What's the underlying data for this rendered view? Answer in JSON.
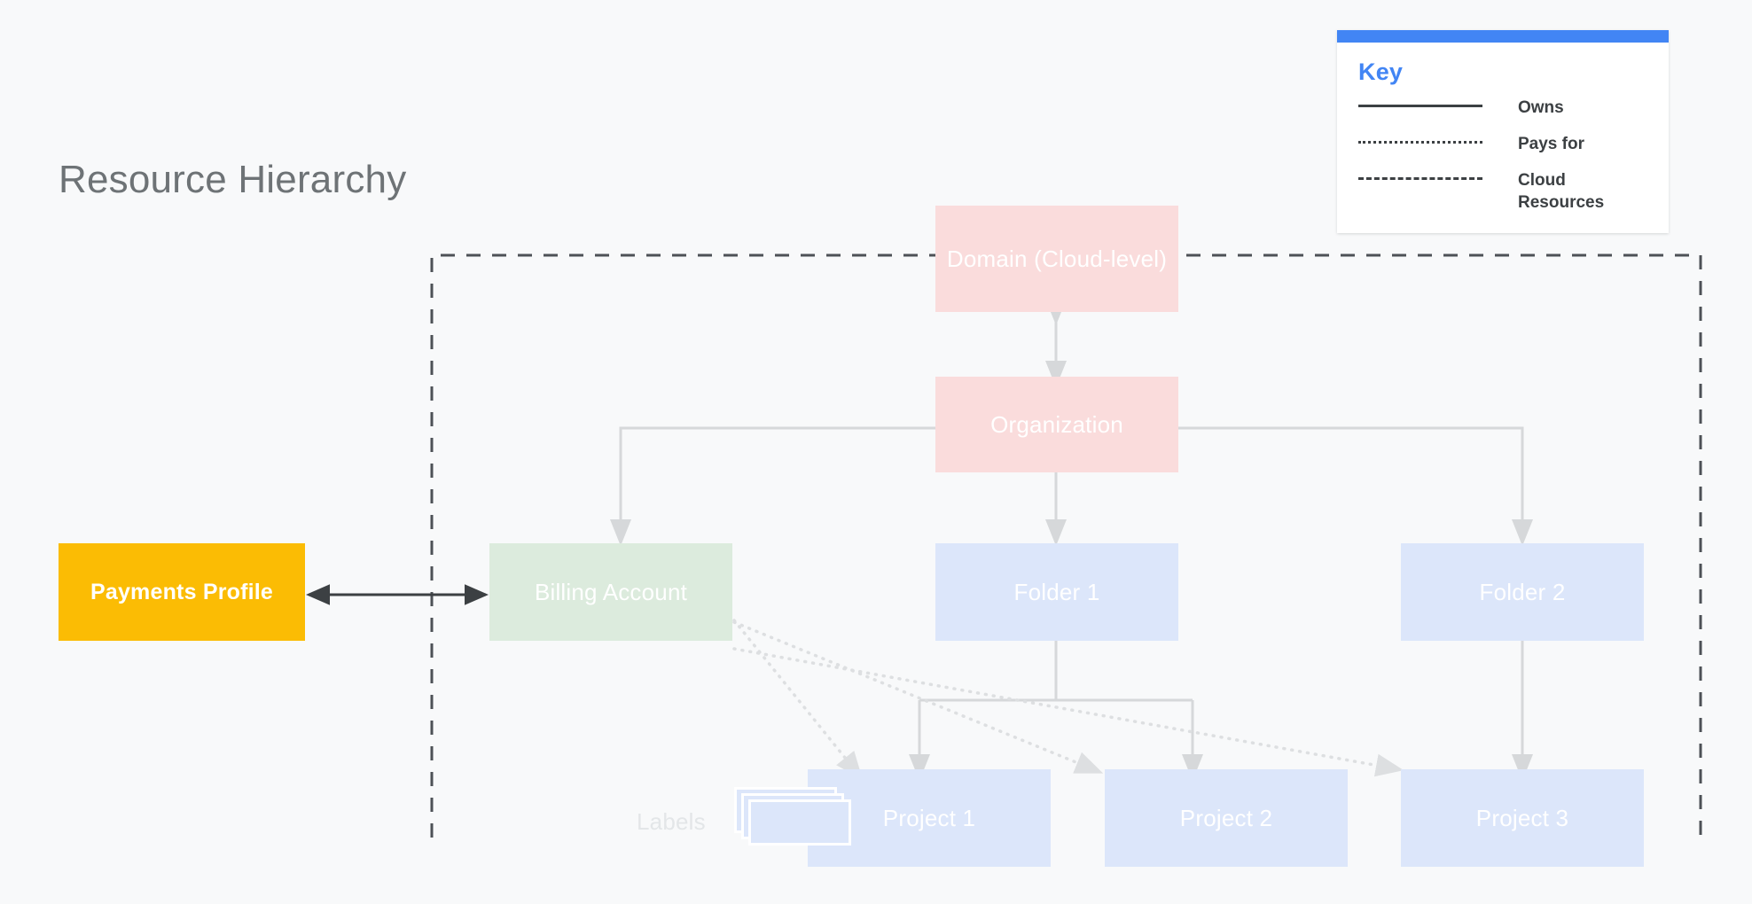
{
  "page": {
    "title": "Resource Hierarchy",
    "background_color": "#F8F9FA"
  },
  "key_panel": {
    "title": "Key",
    "accent_color": "#4285F4",
    "items": [
      {
        "line_style": "solid",
        "label": "Owns"
      },
      {
        "line_style": "dotted",
        "label": "Pays for"
      },
      {
        "line_style": "dashed",
        "label": "Cloud Resources"
      }
    ]
  },
  "nodes": {
    "domain": {
      "label": "Domain (Cloud-level)",
      "color": "#FADCDC"
    },
    "organization": {
      "label": "Organization",
      "color": "#FADCDC"
    },
    "billing_account": {
      "label": "Billing Account",
      "color": "#DCEBDD"
    },
    "payments_profile": {
      "label": "Payments Profile",
      "color": "#FBBC04"
    },
    "folder_1": {
      "label": "Folder 1",
      "color": "#DCE6FA"
    },
    "folder_2": {
      "label": "Folder 2",
      "color": "#DCE6FA"
    },
    "project_1": {
      "label": "Project 1",
      "color": "#DCE6FA"
    },
    "project_2": {
      "label": "Project 2",
      "color": "#DCE6FA"
    },
    "project_3": {
      "label": "Project 3",
      "color": "#DCE6FA"
    },
    "labels": {
      "label": "Labels",
      "color": "#DCE6FA"
    }
  },
  "edges": {
    "owns_color": "#D6D8DA",
    "pays_for_color": "#DDDFE1",
    "cloud_boundary_color": "#4D5156",
    "bidirectional_color": "#3C4043"
  }
}
